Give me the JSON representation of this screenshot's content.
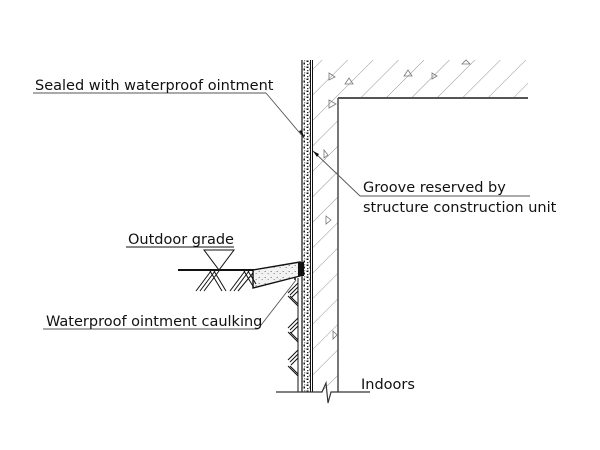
{
  "drawing": {
    "title": "Waterproofing detail at exterior wall base",
    "labels": {
      "sealed": "Sealed with waterproof ointment",
      "groove_line1": "Groove reserved by",
      "groove_line2": "structure construction unit",
      "outdoor_grade": "Outdoor grade",
      "caulking": "Waterproof ointment caulking",
      "indoors": "Indoors"
    },
    "colors": {
      "line": "#111111",
      "hatch": "#7a7a7a",
      "leader": "#555555"
    }
  }
}
